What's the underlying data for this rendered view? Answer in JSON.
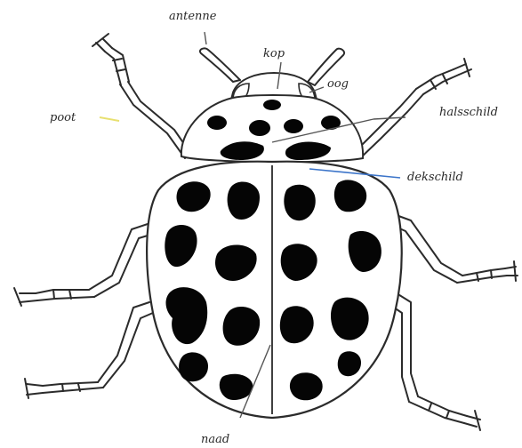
{
  "labels": {
    "antenne": "antenne",
    "kop": "kop",
    "oog": "oog",
    "poot": "poot",
    "halsschild": "halsschild",
    "dekschild": "dekschild",
    "naad": "naad"
  },
  "colors": {
    "outline": "#2b2b2b",
    "spot": "#050505",
    "background": "#ffffff",
    "poot_pointer": "#e8e070",
    "dekschild_pointer": "#3b74c9",
    "pointer": "#555555"
  }
}
